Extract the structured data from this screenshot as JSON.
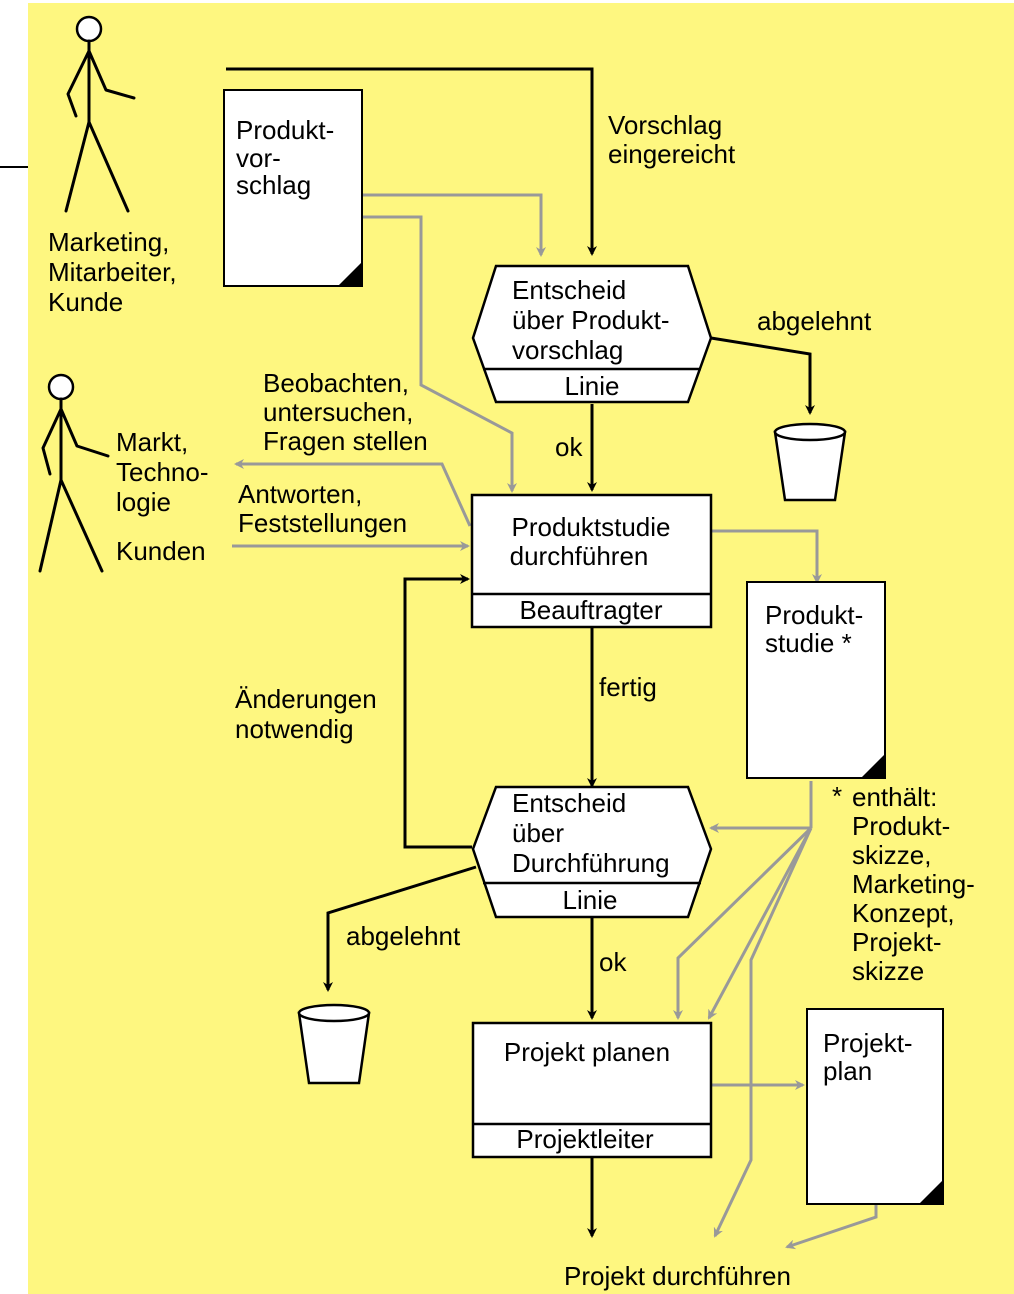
{
  "colors": {
    "background": "#fef780",
    "flow": "#000000",
    "info_flow": "#999999"
  },
  "actors": {
    "initiators": [
      "Marketing,",
      "Mitarbeiter,",
      "Kunde"
    ],
    "market": [
      "Markt,",
      "Techno-",
      "logie"
    ],
    "customers": "Kunden"
  },
  "documents": {
    "proposal": [
      "Produkt-",
      "vor-",
      "schlag"
    ],
    "study": [
      "Produkt-",
      "studie *"
    ],
    "plan": [
      "Projekt-",
      "plan"
    ]
  },
  "decisions": {
    "proposal": {
      "lines": [
        "Entscheid",
        "über Produkt-",
        "vorschlag"
      ],
      "role": "Linie"
    },
    "execution": {
      "lines": [
        "Entscheid",
        "über",
        "Durchführung"
      ],
      "role": "Linie"
    }
  },
  "activities": {
    "study": {
      "lines": [
        "Produktstudie",
        "durchführen"
      ],
      "role": "Beauftragter"
    },
    "plan": {
      "lines": [
        "Projekt planen"
      ],
      "role": "Projektleiter"
    }
  },
  "labels": {
    "submitted": [
      "Vorschlag",
      "eingereicht"
    ],
    "rejected_1": "abgelehnt",
    "ok_1": "ok",
    "observe": [
      "Beobachten,",
      "untersuchen,",
      "Fragen stellen"
    ],
    "answers": [
      "Antworten,",
      "Feststellungen"
    ],
    "done": "fertig",
    "changes": [
      "Änderungen",
      "notwendig"
    ],
    "rejected_2": "abgelehnt",
    "ok_2": "ok",
    "final": "Projekt durchführen"
  },
  "footnote": [
    "*",
    "enthält:",
    "Produkt-",
    "skizze,",
    "Marketing-",
    "Konzept,",
    "Projekt-",
    "skizze"
  ]
}
